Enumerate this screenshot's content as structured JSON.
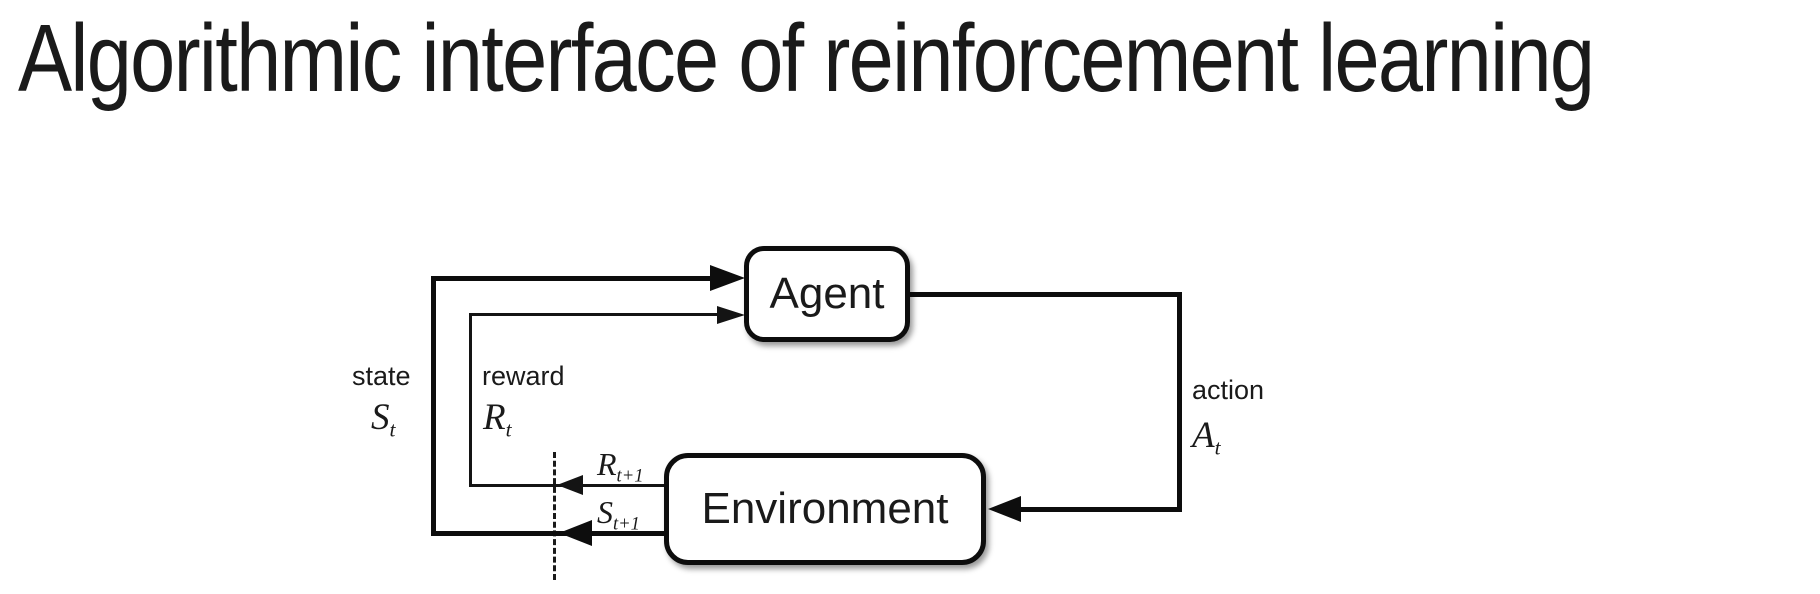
{
  "title": "Algorithmic interface of reinforcement learning",
  "diagram": {
    "type": "flow-loop",
    "nodes": {
      "agent_label": "Agent",
      "environment_label": "Environment"
    },
    "edges": {
      "state": {
        "label": "state",
        "symbol_base": "S",
        "symbol_sub": "t",
        "direction": "environment-to-agent",
        "style": "thick"
      },
      "reward": {
        "label": "reward",
        "symbol_base": "R",
        "symbol_sub": "t",
        "direction": "environment-to-agent",
        "style": "thin"
      },
      "action": {
        "label": "action",
        "symbol_base": "A",
        "symbol_sub": "t",
        "direction": "agent-to-environment",
        "style": "thick"
      },
      "next_reward": {
        "symbol_base": "R",
        "symbol_sub": "t+1",
        "direction": "environment-output",
        "style": "thin"
      },
      "next_state": {
        "symbol_base": "S",
        "symbol_sub": "t+1",
        "direction": "environment-output",
        "style": "thick"
      }
    },
    "boundary": {
      "description": "dashed vertical time-step boundary line"
    },
    "colors": {
      "background": "#ffffff",
      "line": "#0d0d0d",
      "text": "#1a1a1a",
      "box_fill": "#ffffff",
      "box_border": "#0d0d0d"
    }
  }
}
